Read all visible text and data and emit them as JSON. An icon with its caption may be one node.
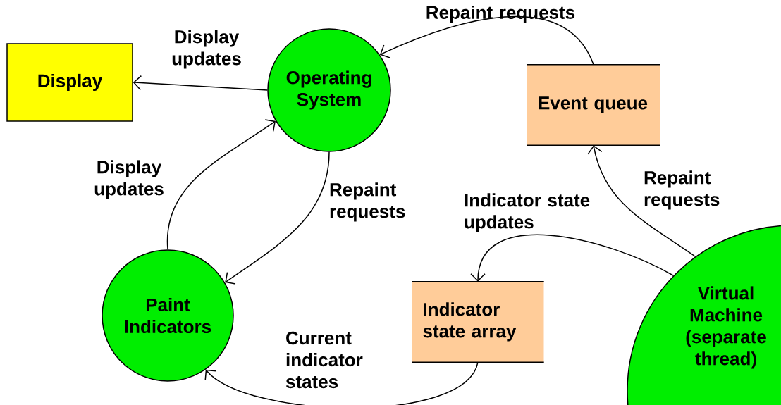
{
  "diagram": {
    "nodes": [
      {
        "text": [
          "Display"
        ]
      },
      {
        "text": [
          "Operating System"
        ]
      },
      {
        "text": [
          "Event queue"
        ]
      },
      {
        "text": [
          "Paint Indicators"
        ]
      },
      {
        "text": [
          "Indicator state array"
        ]
      },
      {
        "text": [
          "Virtual Machine (separate thread)"
        ]
      }
    ],
    "edges": [
      {
        "from": 1,
        "to": 0,
        "arrow": "to",
        "label": "Display updates"
      },
      {
        "from": 2,
        "to": 1,
        "arrow": "to",
        "label": "Repaint requests"
      },
      {
        "from": 3,
        "to": 1,
        "arrow": "to",
        "label": "Display updates"
      },
      {
        "from": 1,
        "to": 3,
        "arrow": "to",
        "label": "Repaint requests"
      },
      {
        "from": 5,
        "to": 2,
        "arrow": "to",
        "label": "Repaint requests"
      },
      {
        "from": 5,
        "to": 4,
        "arrow": "to",
        "label": "Indicator state updates"
      },
      {
        "from": 4,
        "to": 3,
        "arrow": "to",
        "label": "Current indicator states"
      }
    ]
  }
}
